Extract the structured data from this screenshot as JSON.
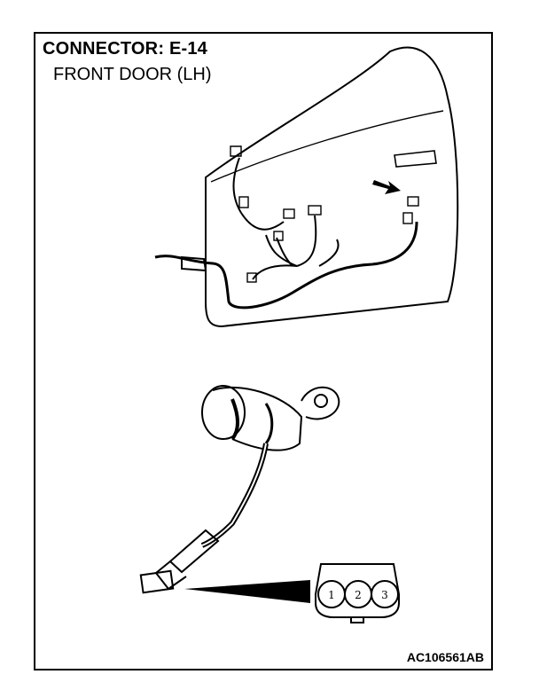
{
  "diagram": {
    "title": "CONNECTOR: E-14",
    "subtitle": "FRONT DOOR (LH)",
    "figure_code": "AC106561AB",
    "connector_pins": [
      "1",
      "2",
      "3"
    ]
  },
  "icons": {
    "door": "front-door-panel-illustration",
    "connector": "door-lock-actuator-illustration",
    "arrow": "indicator-arrow"
  }
}
